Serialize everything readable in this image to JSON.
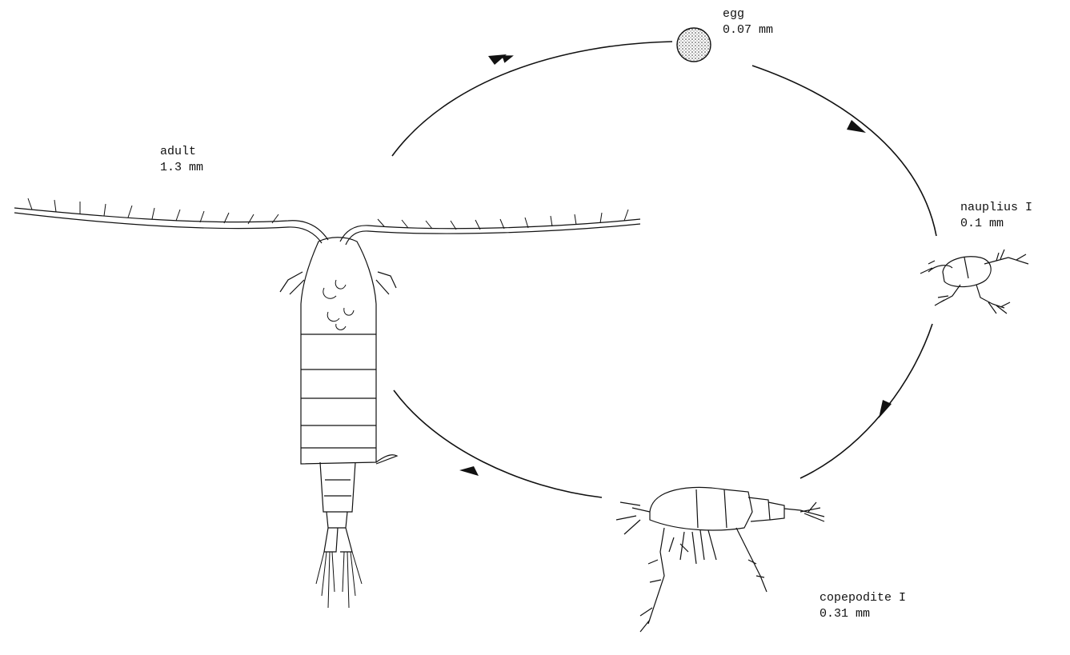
{
  "stages": [
    {
      "id": "egg",
      "name": "egg",
      "size": "0.07 mm"
    },
    {
      "id": "nauplius",
      "name": "nauplius I",
      "size": "0.1 mm"
    },
    {
      "id": "copepodite",
      "name": "copepodite I",
      "size": "0.31 mm"
    },
    {
      "id": "adult",
      "name": "adult",
      "size": "1.3 mm"
    }
  ],
  "colors": {
    "ink": "#111111",
    "background": "#ffffff"
  }
}
